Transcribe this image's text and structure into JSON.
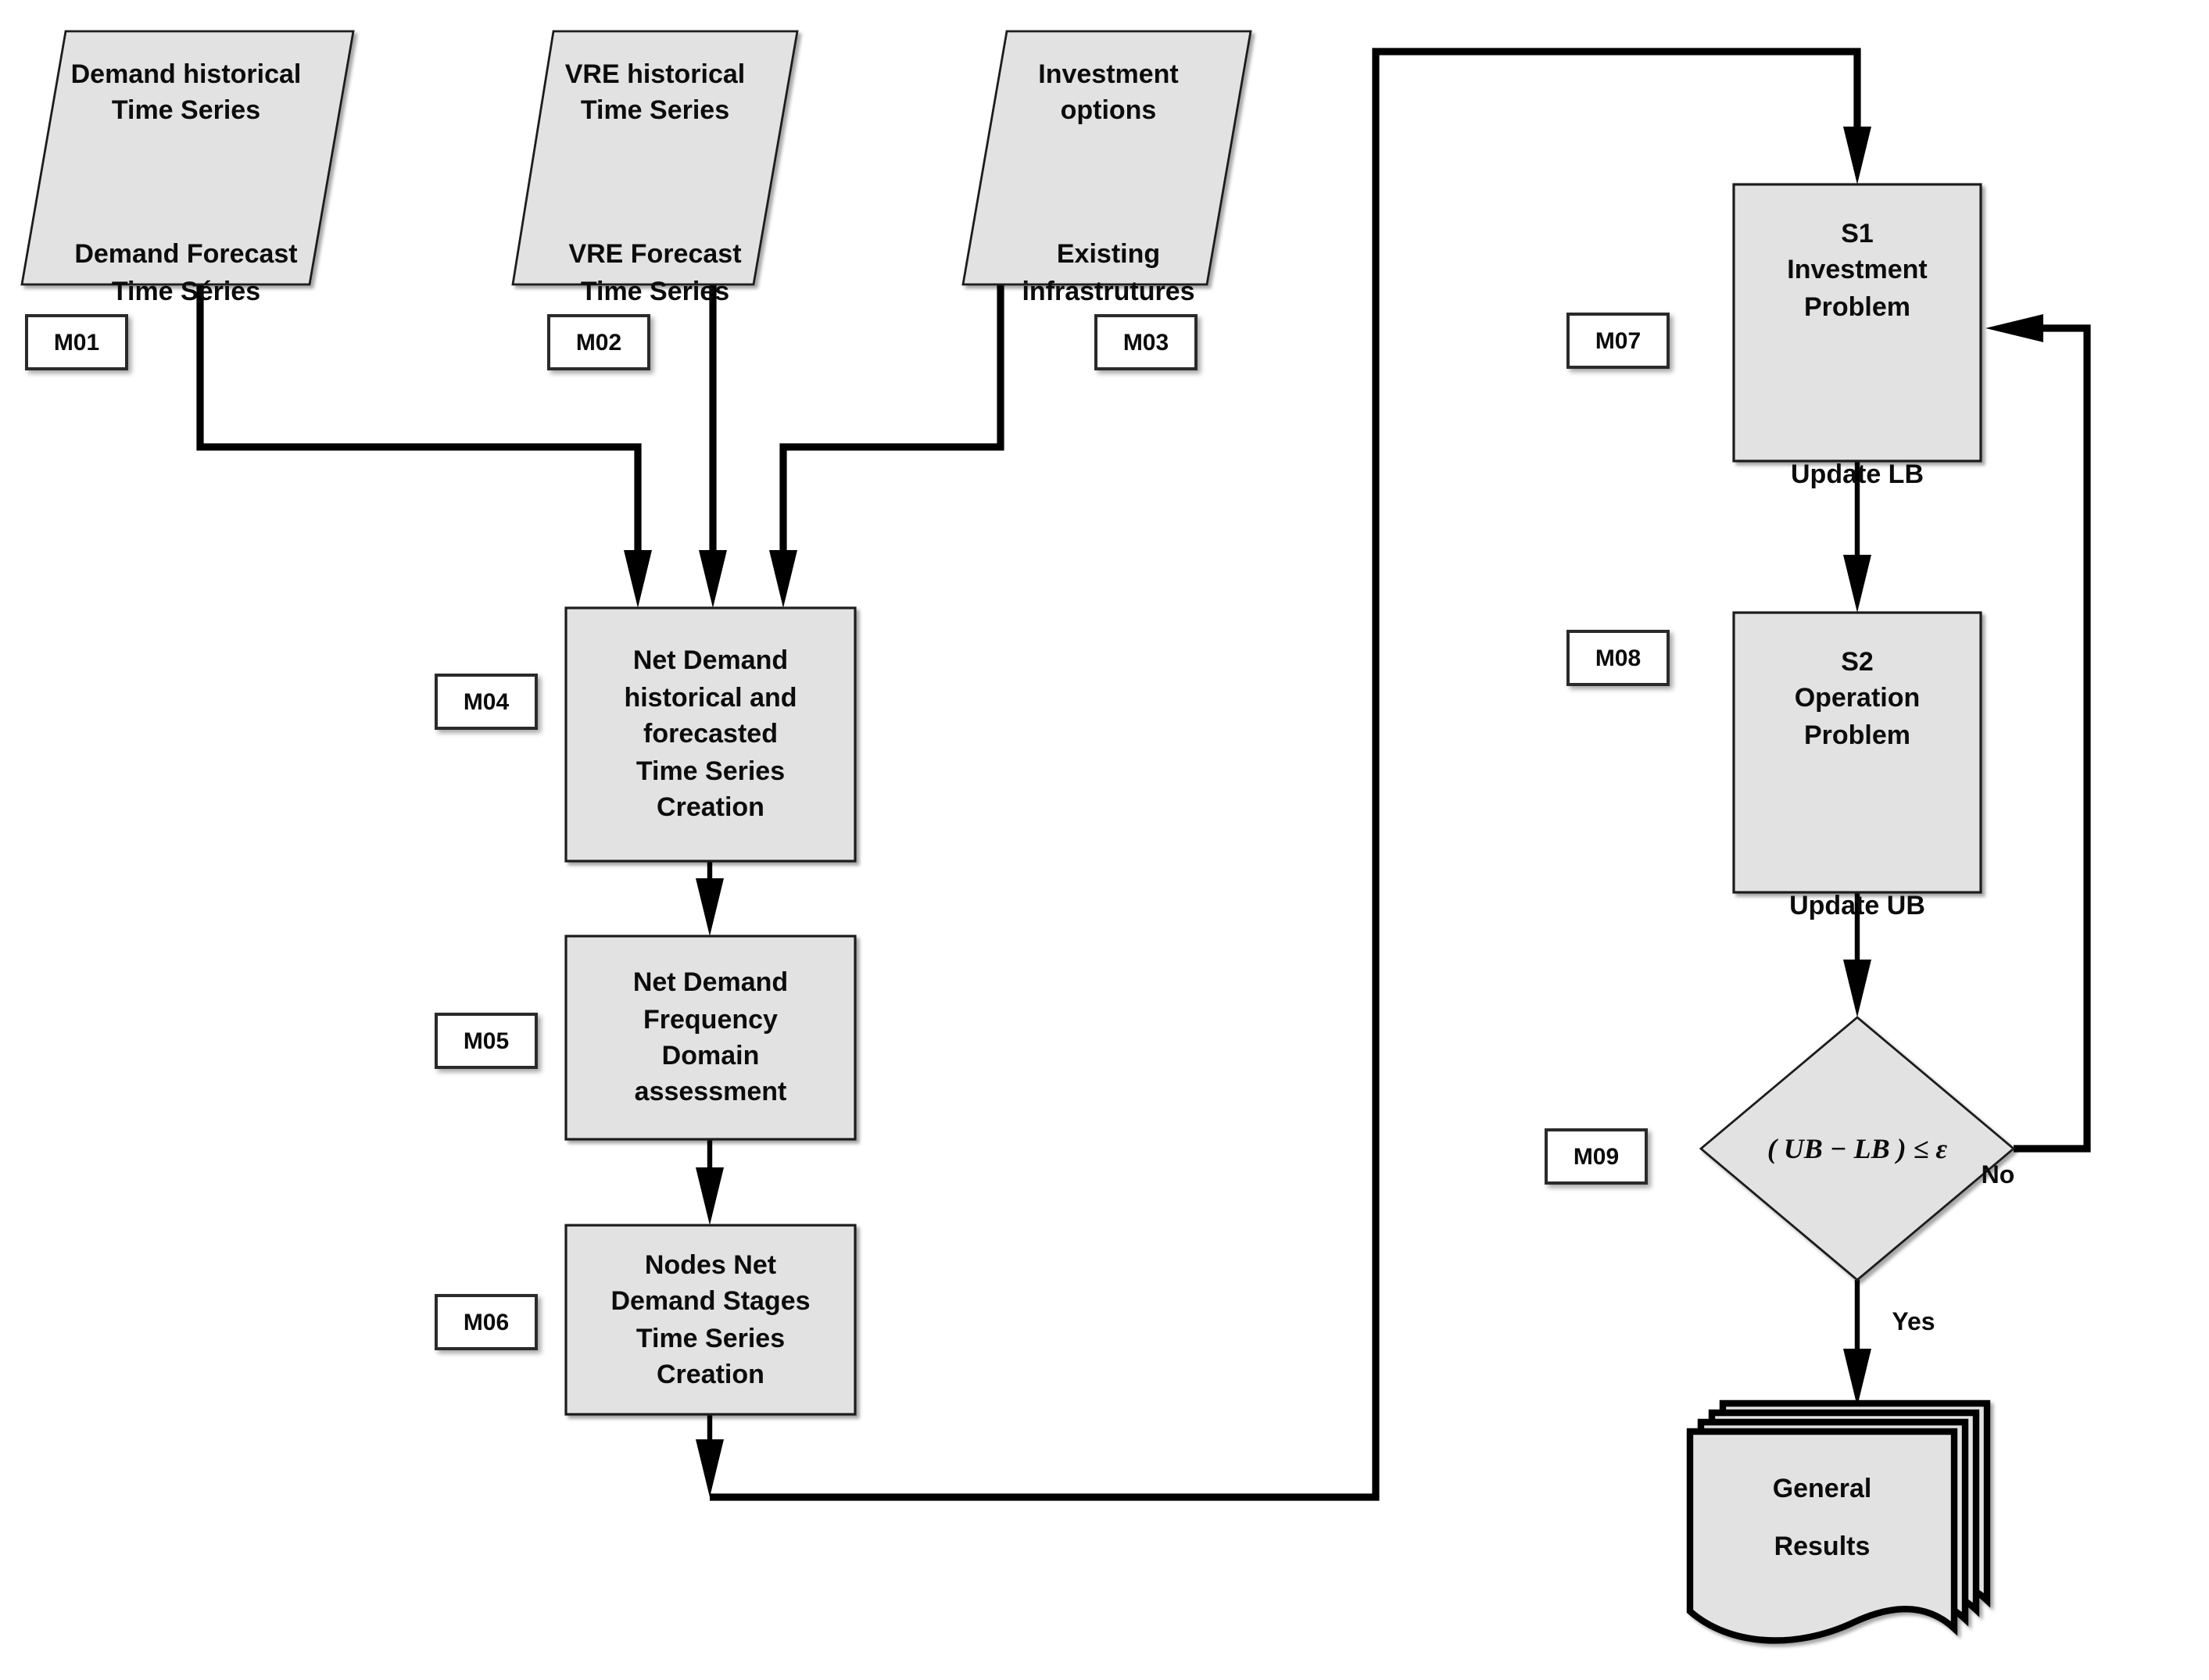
{
  "shapes": {
    "input1": {
      "id": "M01",
      "text_a": "Demand historical\nTime Series",
      "text_b": "Demand Forecast\nTime Séries"
    },
    "input2": {
      "id": "M02",
      "text_a": "VRE historical\nTime Series",
      "text_b": "VRE Forecast\nTime Series"
    },
    "input3": {
      "id": "M03",
      "text_a": "Investment\noptions",
      "text_b": "Existing\ninfrastrutures"
    },
    "m04": {
      "id": "M04",
      "text": "Net Demand\nhistorical and\nforecasted\nTime Series\nCreation"
    },
    "m05": {
      "id": "M05",
      "text": "Net Demand\nFrequency\nDomain\nassessment"
    },
    "m06": {
      "id": "M06",
      "text": "Nodes Net\nDemand Stages\nTime Series\nCreation"
    },
    "s1": {
      "id": "M07",
      "text_a": "S1\nInvestment\nProblem",
      "text_b": "Update LB"
    },
    "s2": {
      "id": "M08",
      "text_a": "S2\nOperation\nProblem",
      "text_b": "Update UB"
    },
    "decision": {
      "id": "M09",
      "text": "( UB − LB ) ≤ ε"
    },
    "result": {
      "text": "General\nResults"
    }
  },
  "edge_labels": {
    "no": "No",
    "yes": "Yes"
  },
  "colors": {
    "shape_fill": "#e2e2e2",
    "shape_border": "#1f1f1f",
    "connector": "#000000",
    "label_fill": "#ffffff"
  }
}
